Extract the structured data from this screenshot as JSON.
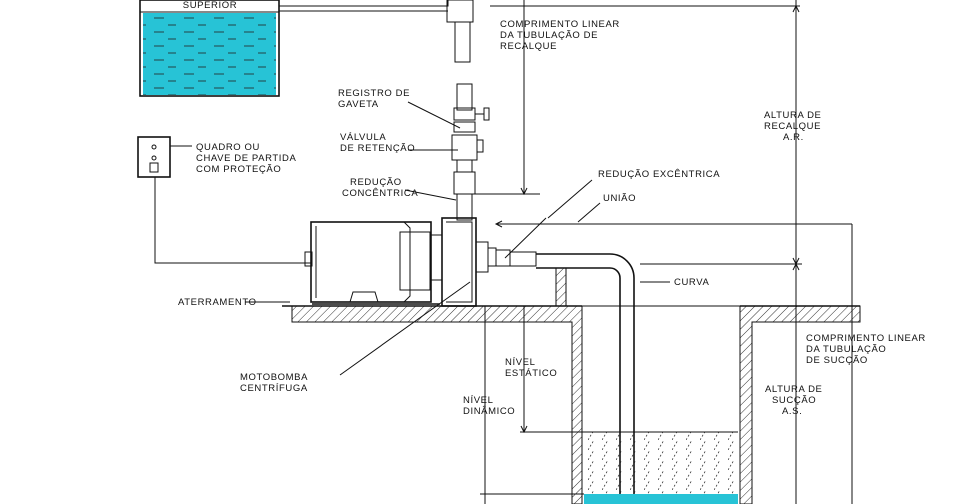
{
  "labels": {
    "tank": "SUPERIOR",
    "recalque_line_1": "COMPRIMENTO LINEAR",
    "recalque_line_2": "DA TUBULAÇÃO DE",
    "recalque_line_3": "RECALQUE",
    "registro_1": "REGISTRO DE",
    "registro_2": "GAVETA",
    "valvula_1": "VÁLVULA",
    "valvula_2": "DE RETENÇÃO",
    "reducao_conc_1": "REDUÇÃO",
    "reducao_conc_2": "CONCÊNTRICA",
    "quadro_1": "QUADRO OU",
    "quadro_2": "CHAVE DE PARTIDA",
    "quadro_3": "COM PROTEÇÃO",
    "reducao_exc": "REDUÇÃO EXCÊNTRICA",
    "uniao": "UNIÃO",
    "curva": "CURVA",
    "aterramento": "ATERRAMENTO",
    "motobomba_1": "MOTOBOMBA",
    "motobomba_2": "CENTRÍFUGA",
    "nivel_est_1": "NÍVEL",
    "nivel_est_2": "ESTÁTICO",
    "nivel_din_1": "NÍVEL",
    "nivel_din_2": "DINÂMICO",
    "altura_rec_1": "ALTURA DE",
    "altura_rec_2": "RECALQUE",
    "altura_rec_3": "A.R.",
    "succao_line_1": "COMPRIMENTO LINEAR",
    "succao_line_2": "DA TUBULAÇÃO",
    "succao_line_3": "DE SUCÇÃO",
    "altura_suc_1": "ALTURA DE",
    "altura_suc_2": "SUCÇÃO",
    "altura_suc_3": "A.S."
  },
  "colors": {
    "water": "#27c3d6",
    "line": "#111111",
    "ground_hatch": "#333333"
  }
}
